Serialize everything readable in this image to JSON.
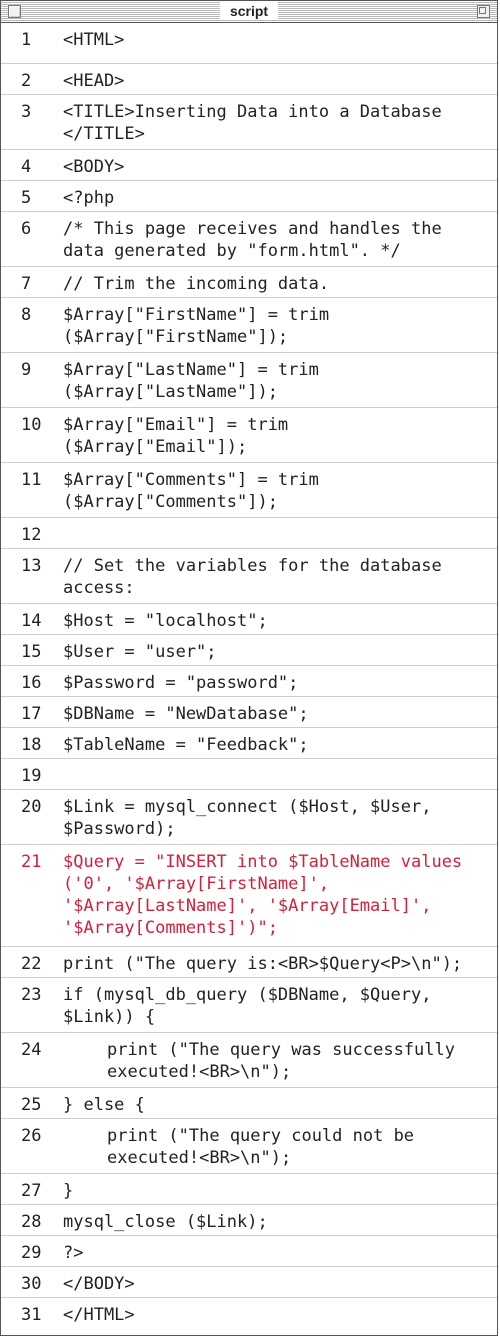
{
  "window": {
    "title": "script"
  },
  "colors": {
    "highlight": "#d4203a",
    "text": "#222222",
    "divider": "#cfcfcf"
  },
  "lines": [
    {
      "num": "1",
      "text": "<HTML>"
    },
    {
      "num": "2",
      "text": "<HEAD>"
    },
    {
      "num": "3",
      "text": "<TITLE>Inserting Data into a Database\n</TITLE>"
    },
    {
      "num": "4",
      "text": "<BODY>"
    },
    {
      "num": "5",
      "text": "<?php"
    },
    {
      "num": "6",
      "text": "/* This page receives and handles the\ndata generated by \"form.html\". */"
    },
    {
      "num": "7",
      "text": "// Trim the incoming data."
    },
    {
      "num": "8",
      "text": "$Array[\"FirstName\"] = trim\n($Array[\"FirstName\"]);"
    },
    {
      "num": "9",
      "text": "$Array[\"LastName\"] = trim\n($Array[\"LastName\"]);"
    },
    {
      "num": "10",
      "text": "$Array[\"Email\"] = trim\n($Array[\"Email\"]);"
    },
    {
      "num": "11",
      "text": "$Array[\"Comments\"] = trim\n($Array[\"Comments\"]);"
    },
    {
      "num": "12",
      "text": ""
    },
    {
      "num": "13",
      "text": "// Set the variables for the database\naccess:"
    },
    {
      "num": "14",
      "text": "$Host = \"localhost\";"
    },
    {
      "num": "15",
      "text": "$User = \"user\";"
    },
    {
      "num": "16",
      "text": "$Password = \"password\";"
    },
    {
      "num": "17",
      "text": "$DBName = \"NewDatabase\";"
    },
    {
      "num": "18",
      "text": "$TableName = \"Feedback\";"
    },
    {
      "num": "19",
      "text": ""
    },
    {
      "num": "20",
      "text": "$Link = mysql_connect ($Host, $User,\n$Password);"
    },
    {
      "num": "21",
      "text": "$Query = \"INSERT into $TableName values\n('0', '$Array[FirstName]',\n'$Array[LastName]', '$Array[Email]',\n'$Array[Comments]')\";"
    },
    {
      "num": "22",
      "text": "print (\"The query is:<BR>$Query<P>\\n\");"
    },
    {
      "num": "23",
      "text": "if (mysql_db_query ($DBName, $Query,\n$Link)) {"
    },
    {
      "num": "24",
      "text": "print (\"The query was successfully\nexecuted!<BR>\\n\");"
    },
    {
      "num": "25",
      "text": "} else {"
    },
    {
      "num": "26",
      "text": "print (\"The query could not be\nexecuted!<BR>\\n\");"
    },
    {
      "num": "27",
      "text": "}"
    },
    {
      "num": "28",
      "text": "mysql_close ($Link);"
    },
    {
      "num": "29",
      "text": "?>"
    },
    {
      "num": "30",
      "text": "</BODY>"
    },
    {
      "num": "31",
      "text": "</HTML>"
    }
  ]
}
